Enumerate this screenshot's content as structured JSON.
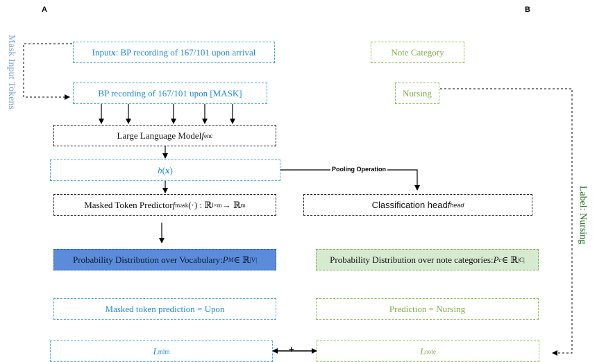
{
  "panels": {
    "a": "A",
    "b": "B"
  },
  "side_labels": {
    "left": "Mask Input Tokens",
    "right": "Label: Nursing"
  },
  "left": {
    "input": {
      "prefix": "Input ",
      "var": "x",
      "text": ": BP recording of 167/101 upon arrival"
    },
    "masked": "BP recording of 167/101 upon [MASK]",
    "llm": {
      "text": "Large Language Model ",
      "f": "f",
      "sub": "enc"
    },
    "h": {
      "h": "h",
      "paren_open": "(",
      "x": "x",
      "paren_close": ")"
    },
    "mtp": {
      "text": "Masked Token Predictor ",
      "f": "f",
      "sub": "mask",
      "rest": "(·) : ℝ",
      "sup1": "l×m",
      "arrow": " → ℝ",
      "sup2": "m"
    },
    "prob": {
      "text": "Probability Distribution over Vocabulary: ",
      "p": "P",
      "sub": "M",
      "rest": " ∈ ℝ",
      "sup": "|V|"
    },
    "pred": "Masked token prediction = Upon",
    "loss": {
      "l": "L",
      "sub": "mlm"
    }
  },
  "right": {
    "category": "Note Category",
    "nursing": "Nursing",
    "pooling": "Pooling Operation",
    "head": {
      "text": "Classification head ",
      "f": "f",
      "sub": "head"
    },
    "prob": {
      "text": "Probability Distribution over note categories: ",
      "p": "P",
      "sub": "c",
      "rest": " ∈ ℝ",
      "sup": "|C|"
    },
    "pred": "Prediction = Nursing",
    "loss": {
      "l": "L",
      "sub": "note"
    }
  },
  "plus": "+"
}
